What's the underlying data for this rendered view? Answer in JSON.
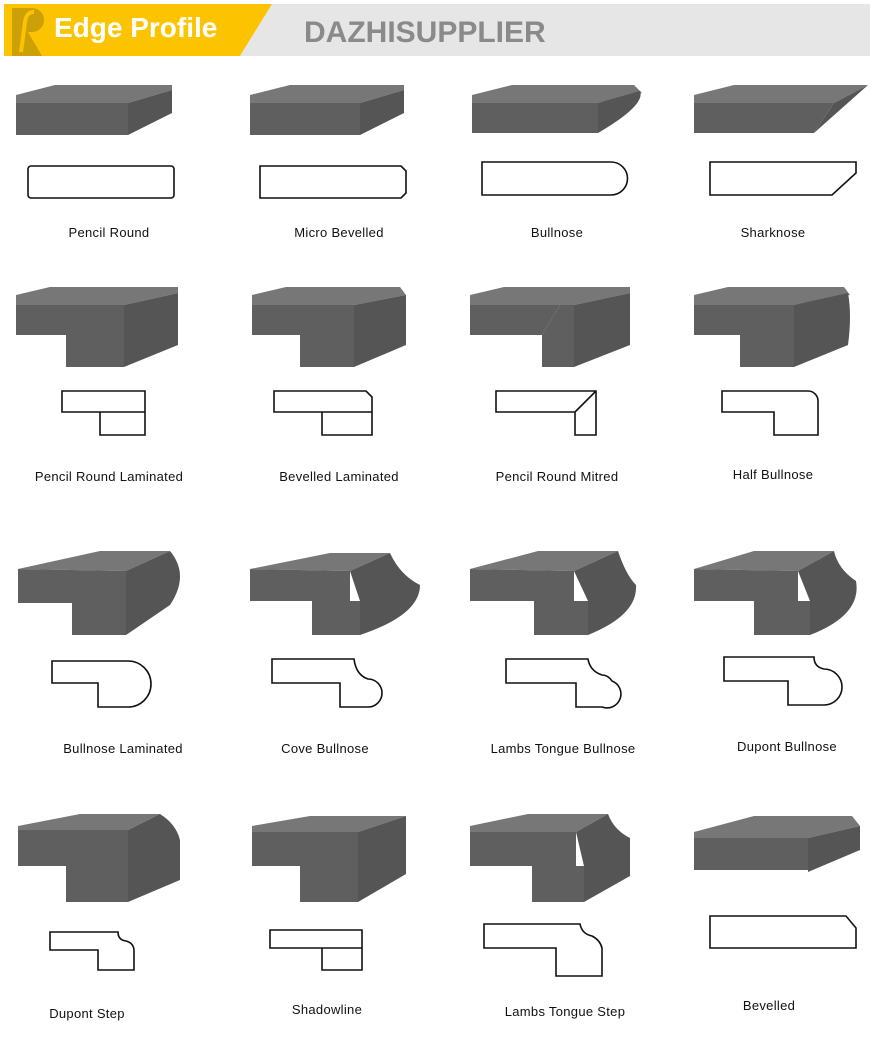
{
  "header": {
    "title": "Edge Profile",
    "watermark": "DAZHISUPPLIER"
  },
  "profiles": [
    "Pencil Round",
    "Micro Bevelled",
    "Bullnose",
    "Sharknose",
    "Pencil Round Laminated",
    "Bevelled Laminated",
    "Pencil Round Mitred",
    "Half Bullnose",
    "Bullnose Laminated",
    "Cove Bullnose",
    "Lambs Tongue Bullnose",
    "Dupont Bullnose",
    "Dupont Step",
    "Shadowline",
    "Lambs Tongue Step",
    "Bevelled"
  ]
}
